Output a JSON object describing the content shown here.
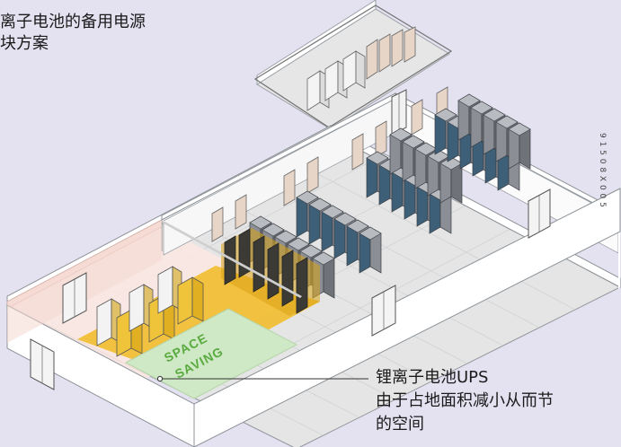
{
  "title": {
    "line1": "离子电池的备用电源",
    "line2": "块方案"
  },
  "callout": {
    "line1": "锂离子电池UPS",
    "line2": "由于占地面积减小从而节",
    "line3": "的空间"
  },
  "area_label": {
    "line1": "SPACE",
    "line2": "SAVING"
  },
  "figure_code": "9 1 5 0 8 X 0 0 5",
  "colors": {
    "background": "#e4e2f1",
    "floor": "#e3e3e3",
    "wall": "#ffffff",
    "rack_gray": "#8b8f95",
    "rack_blue": "#3d5f78",
    "rack_dark": "#2d3035",
    "ups_white": "#f1f1f1",
    "ups_beige": "#e7d5c7",
    "highlight_yellow": "#f2b81c",
    "space_green": "#cfe8c6",
    "space_text": "#5aab3f",
    "pink_wall": "#f7ddd7"
  }
}
